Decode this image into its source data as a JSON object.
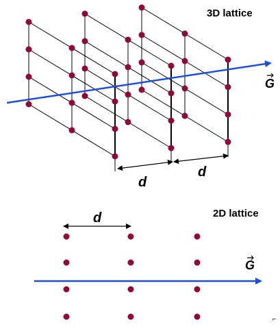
{
  "colors": {
    "atom": "#8b0a3a",
    "vector": "#1f4fd8",
    "line": "#000000"
  },
  "lattice3d": {
    "title": "3D lattice",
    "spacing_label_1": "d",
    "spacing_label_2": "d",
    "vector_label": "G"
  },
  "lattice2d": {
    "title": "2D lattice",
    "spacing_label": "d",
    "vector_label": "G"
  },
  "corner_mark": "⌐"
}
